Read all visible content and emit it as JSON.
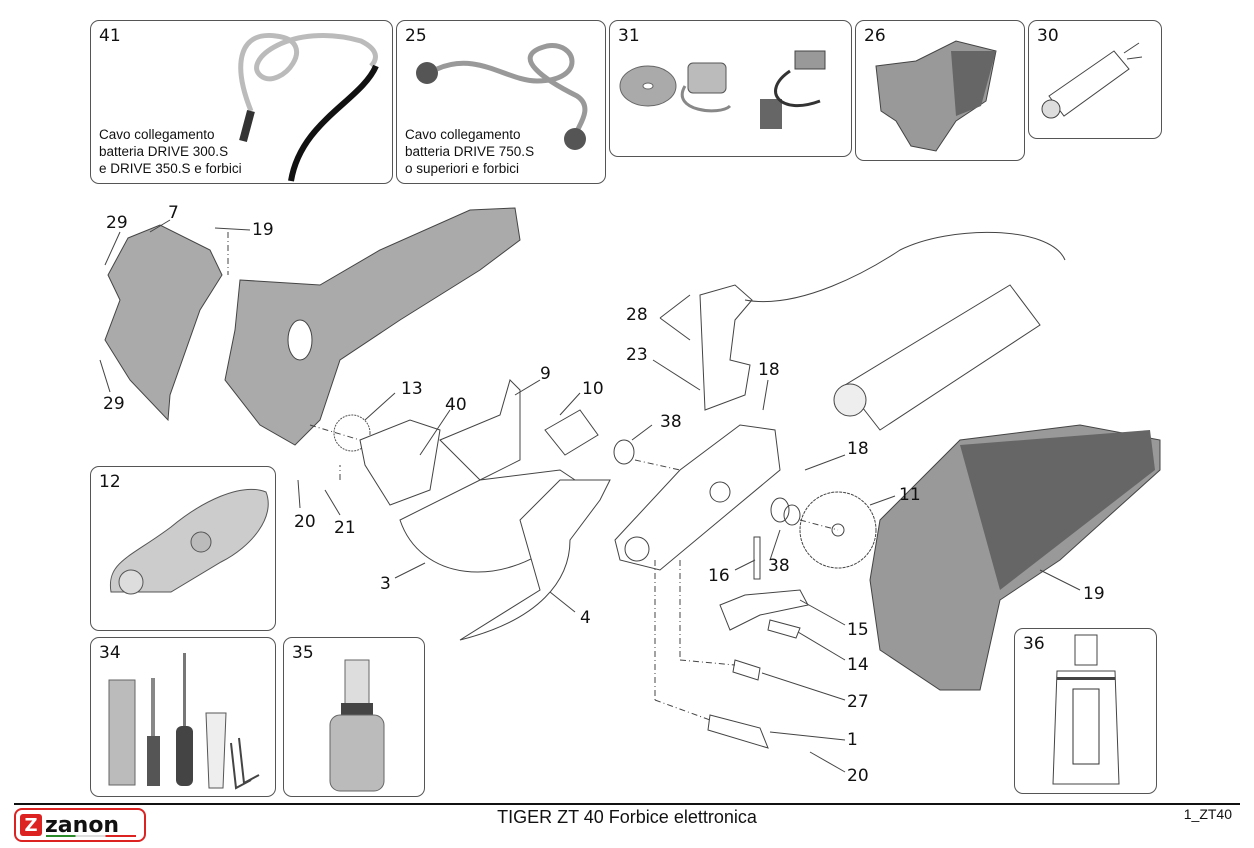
{
  "title": "TIGER ZT 40 Forbice elettronica",
  "page_code": "1_ZT40",
  "brand": {
    "logo_text": "zanon",
    "logo_letter": "Z",
    "accent_color": "#d22222"
  },
  "boxes": [
    {
      "num": "41",
      "caption": "Cavo collegamento\nbatteria DRIVE 300.S\ne DRIVE 350.S e forbici",
      "part": "battery-cable-drive-300"
    },
    {
      "num": "25",
      "caption": "Cavo collegamento\nbatteria DRIVE 750.S\no superiori e forbici",
      "part": "battery-cable-drive-750"
    },
    {
      "num": "31",
      "caption": "",
      "part": "diagnostic-kit"
    },
    {
      "num": "26",
      "caption": "",
      "part": "handle-assembly"
    },
    {
      "num": "30",
      "caption": "",
      "part": "motor"
    },
    {
      "num": "12",
      "caption": "",
      "part": "blade-support"
    },
    {
      "num": "34",
      "caption": "",
      "part": "tool-kit"
    },
    {
      "num": "35",
      "caption": "",
      "part": "lubricant-spray"
    },
    {
      "num": "36",
      "caption": "",
      "part": "grease-tube"
    }
  ],
  "callouts": [
    "29",
    "7",
    "19",
    "29",
    "13",
    "40",
    "9",
    "10",
    "38",
    "28",
    "23",
    "18",
    "18",
    "11",
    "38",
    "16",
    "15",
    "14",
    "27",
    "1",
    "20",
    "20",
    "21",
    "3",
    "4",
    "19"
  ]
}
